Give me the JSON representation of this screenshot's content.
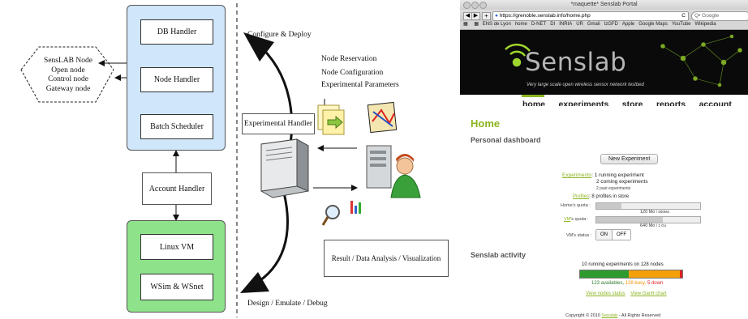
{
  "diagram": {
    "handlers": [
      "DB Handler",
      "Node Handler",
      "Batch Scheduler"
    ],
    "account_handler": "Account Handler",
    "vm_boxes": [
      "Linux VM",
      "WSim & WSnet"
    ],
    "hex_lines": [
      "SensLAB Node",
      "Open node",
      "Control node",
      "Gateway node"
    ],
    "configure_deploy": "Configure & Deploy",
    "experimental_handler": "Experimental Handler",
    "node_reservation": "Node Reservation",
    "node_configuration": "Node Configuration",
    "experimental_parameters": "Experimental Parameters",
    "result_box": "Result / Data Analysis / Visualization",
    "design_emulate": "Design / Emulate / Debug"
  },
  "browser": {
    "window_title": "*maquette* Senslab Portal",
    "url": "https://grenoble.senslab.info/home.php",
    "search_placeholder": "Q• Google",
    "bookmarks": [
      "ENS de Lyon",
      "home",
      "D-NET",
      "DI",
      "INRIA",
      "UR",
      "Gmail",
      "IzGFD",
      "Apple",
      "Google Maps",
      "YouTube",
      "Wikipedia"
    ],
    "logo_text": "Senslab",
    "tagline": "Very large scale open wireless sensor network testbed",
    "nav": [
      "home",
      "experiments",
      "store",
      "reports",
      "account"
    ],
    "page_title": "Home",
    "dashboard_title": "Personal dashboard",
    "new_experiment": "New Experiment",
    "experiments_link": "Experiments",
    "experiments_line1": ": 1 running experiment",
    "experiments_line2": "2 coming experiments",
    "experiments_line3": "2 past experiments",
    "profiles_link": "Profiles",
    "profiles_text": ": 8 profiles in store",
    "home_quota_label": "Home's quota :",
    "home_quota_value": "120 Mo",
    "home_quota_total": "/ 500Mo",
    "home_quota_fraction": 0.24,
    "vm_quota_link": "VM",
    "vm_quota_label": "'s quota :",
    "vm_quota_value": "640 Mo",
    "vm_quota_total": "/ 1 Go",
    "vm_quota_fraction": 0.64,
    "vm_status_label": "VM's status :",
    "toggle_on": "ON",
    "toggle_off": "OFF",
    "activity_title": "Senslab activity",
    "activity_summary": "10 running experiments on 128 nodes",
    "available": "123 availables,",
    "busy": "128 busy,",
    "down": "5 down",
    "available_fraction": 0.48,
    "busy_fraction": 0.5,
    "down_fraction": 0.02,
    "view_nodes": "View nodes status",
    "view_gantt": "View Gantt chart",
    "copyright_pre": "Copyright © 2010",
    "copyright_link": "Senslab",
    "copyright_post": "- All Rights Reserved",
    "colors": {
      "accent": "#8bb520",
      "available": "#2e9b2e",
      "busy": "#f5a00a",
      "down": "#e02020"
    }
  }
}
